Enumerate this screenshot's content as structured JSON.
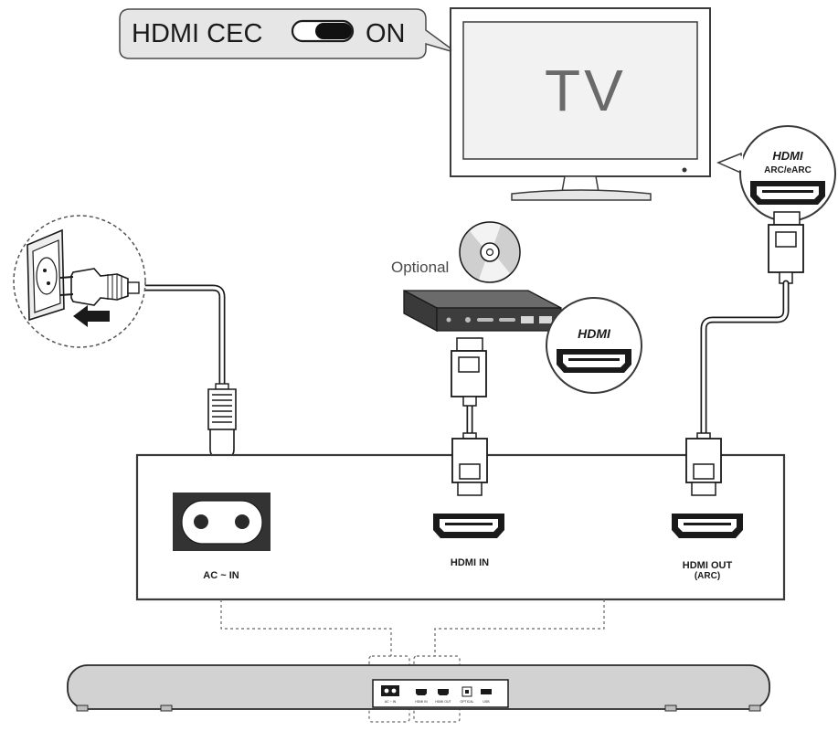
{
  "cec_callout": {
    "label": "HDMI CEC",
    "state": "ON"
  },
  "tv": {
    "label": "TV"
  },
  "player": {
    "optional_label": "Optional",
    "hdmi_logo": "HDMI"
  },
  "tv_port_callout": {
    "hdmi_logo": "HDMI",
    "port_label": "ARC/eARC"
  },
  "panel": {
    "ac_in_label": "AC ~ IN",
    "hdmi_in_label": "HDMI IN",
    "hdmi_out_label": "HDMI  OUT",
    "hdmi_out_sub": "(ARC)"
  },
  "soundbar": {
    "mini_labels": [
      "AC ~ IN",
      "HDMI IN",
      "HDMI OUT",
      "OPTICAL",
      "USB"
    ]
  },
  "icons": [
    "toggle-switch-icon",
    "wall-outlet-icon",
    "power-plug-icon",
    "push-arrow-icon",
    "disc-icon",
    "hdmi-port-icon",
    "hdmi-connector-icon",
    "ac-inlet-icon",
    "iec-plug-icon"
  ]
}
